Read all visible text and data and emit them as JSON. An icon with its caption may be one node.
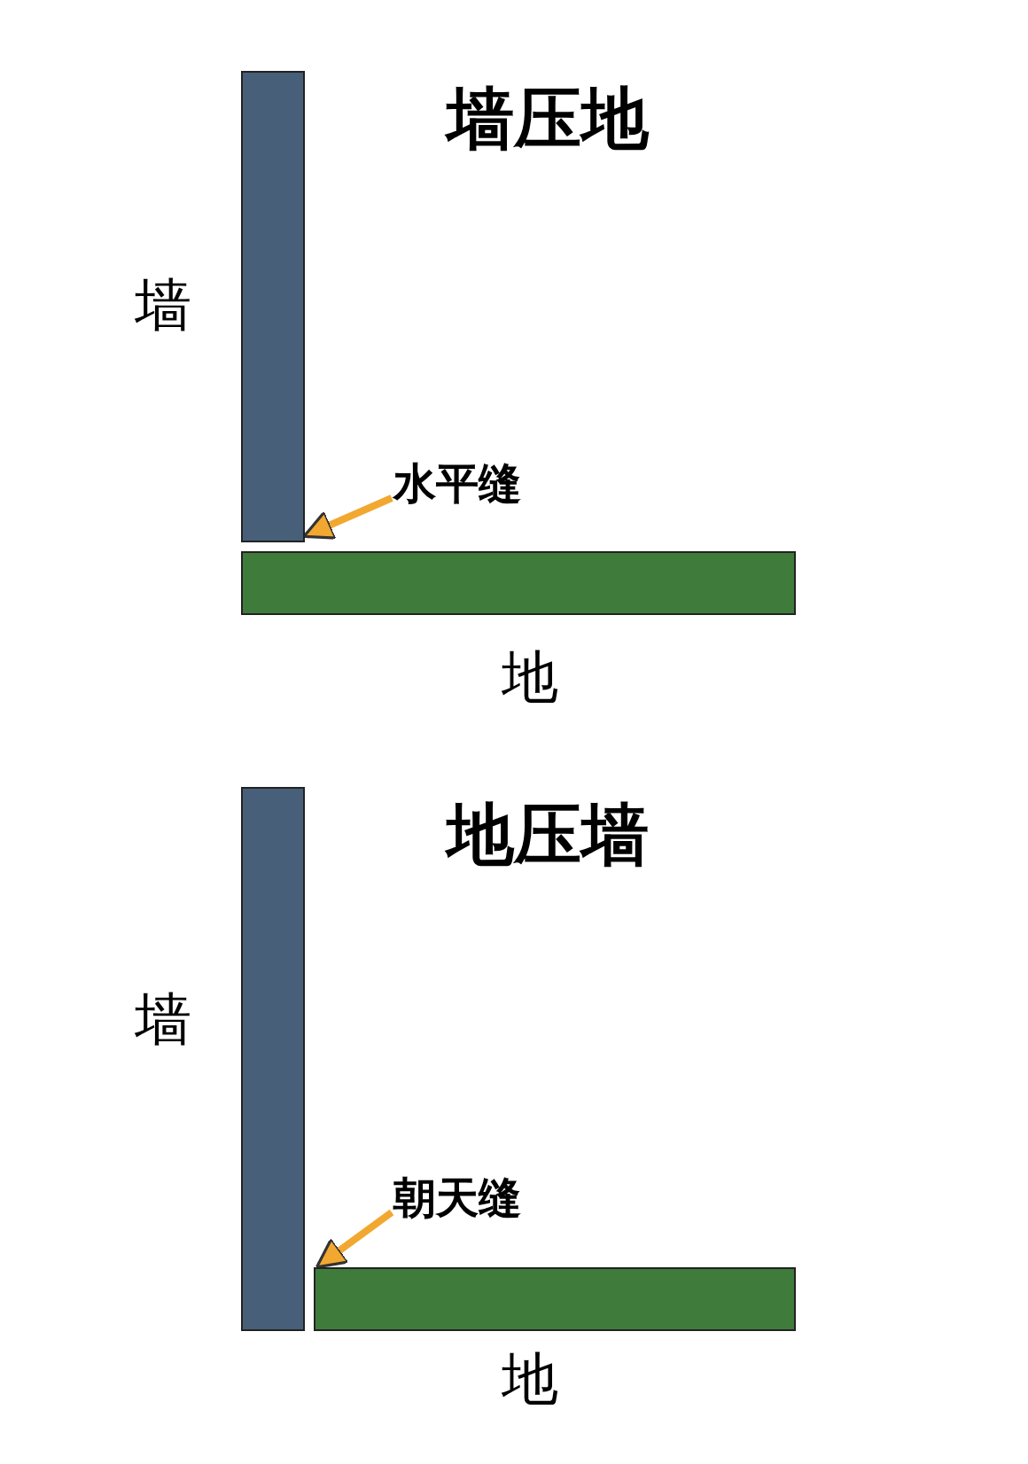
{
  "diagram": {
    "nodes": [
      {
        "text": [
          "水平缝"
        ]
      },
      {
        "text": [],
        "shape": "bar",
        "beside": [
          "墙"
        ]
      },
      {
        "text": [],
        "shape": "bar",
        "beside": [
          "地"
        ]
      },
      {
        "text": [
          "朝天缝"
        ]
      },
      {
        "text": [],
        "shape": "bar",
        "beside": [
          "墙"
        ]
      },
      {
        "text": [],
        "shape": "bar",
        "beside": [
          "地"
        ]
      }
    ],
    "edges": [
      {
        "from": 0,
        "to": 1,
        "arrow": "to"
      },
      {
        "from": 3,
        "to": 5,
        "arrow": "to"
      }
    ],
    "labels": [
      "墙压地",
      "地压墙"
    ]
  }
}
